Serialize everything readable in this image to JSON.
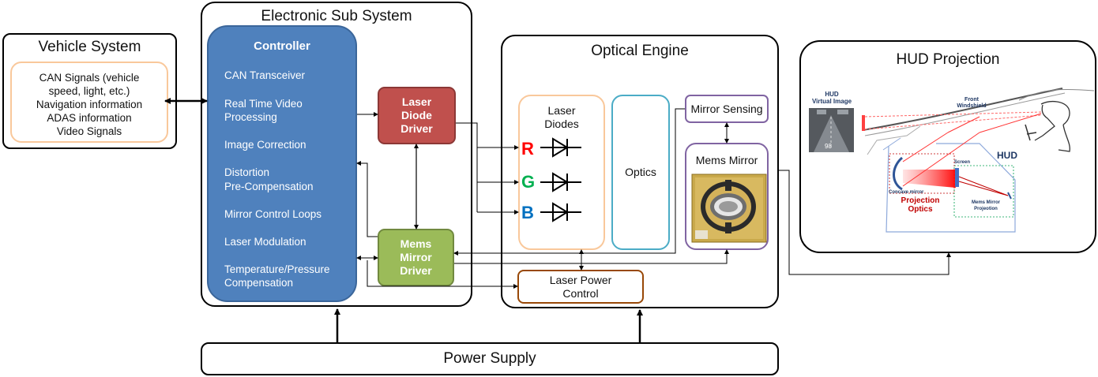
{
  "vehicle": {
    "title": "Vehicle System",
    "lines": [
      "CAN Signals (vehicle",
      "speed, light, etc.)",
      "Navigation information",
      "ADAS information",
      "Video Signals"
    ]
  },
  "electronic": {
    "title": "Electronic Sub System",
    "controller": {
      "title": "Controller",
      "items": [
        "CAN Transceiver",
        "Real Time Video",
        "Processing",
        "Image Correction",
        "Distortion",
        "Pre-Compensation",
        "Mirror Control Loops",
        "Laser Modulation",
        "Temperature/Pressure",
        "Compensation"
      ]
    },
    "laser_driver": [
      "Laser",
      "Diode",
      "Driver"
    ],
    "mems_driver": [
      "Mems",
      "Mirror",
      "Driver"
    ]
  },
  "optical": {
    "title": "Optical Engine",
    "laser_diodes": [
      "Laser",
      "Diodes"
    ],
    "rgb": [
      "R",
      "G",
      "B"
    ],
    "optics": "Optics",
    "mirror_sensing": "Mirror Sensing",
    "mems_mirror": "Mems Mirror",
    "laser_power": [
      "Laser Power",
      "Control"
    ]
  },
  "hud": {
    "title": "HUD Projection",
    "virtual_image": [
      "HUD",
      "Virtual Image"
    ],
    "front_windshield": [
      "Front",
      "Windshield"
    ],
    "hud_label": "HUD",
    "screen": "Screen",
    "concave_mirror": "Concave mirror",
    "projection_optics": [
      "Projection",
      "Optics"
    ],
    "mems_projection": [
      "Mems Mirror",
      "Projeotion"
    ],
    "speed": "98"
  },
  "power_supply": "Power Supply",
  "colors": {
    "controller": "#4f81bd",
    "laser_driver": "#c0504d",
    "mems_driver": "#9bbb59",
    "orange_border": "#f9c89b",
    "teal_border": "#4bacc6",
    "purple_border": "#8064a2",
    "brown_border": "#984807",
    "red": "#ff0000",
    "green": "#00b050",
    "blue": "#0070c0"
  }
}
